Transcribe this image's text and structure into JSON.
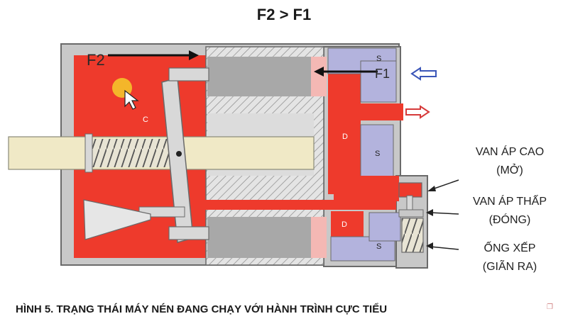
{
  "title": "F2 > F1",
  "caption": "HÌNH 5. TRẠNG THÁI MÁY NÉN ĐANG CHẠY VỚI HÀNH TRÌNH CỰC TIỂU",
  "forces": {
    "f2": "F2",
    "f1": "F1"
  },
  "chambers": {
    "c": "C",
    "d_upper": "D",
    "d_lower": "D",
    "s_top": "S",
    "s_mid": "S",
    "s_bottom": "S"
  },
  "annotations": {
    "high_valve_line1": "VAN ÁP CAO",
    "high_valve_line2": "(MỞ)",
    "low_valve_line1": "VAN ÁP THẤP",
    "low_valve_line2": "(ĐÓNG)",
    "bellows_line1": "ỐNG XẾP",
    "bellows_line2": "(GIÃN RA)"
  },
  "colors": {
    "red": "#ee3a2c",
    "pink": "#f4b8b4",
    "lavender": "#b3b3dd",
    "gray": "#c8c8c8",
    "shaft": "#f0e9c6",
    "outline": "#6a6a6a",
    "inlet_arrow": "#3a55b8",
    "outlet_arrow": "#d63a3a",
    "cursor_highlight": "#f4cc2a"
  },
  "icons": {
    "cursor": "mouse-pointer-icon"
  }
}
